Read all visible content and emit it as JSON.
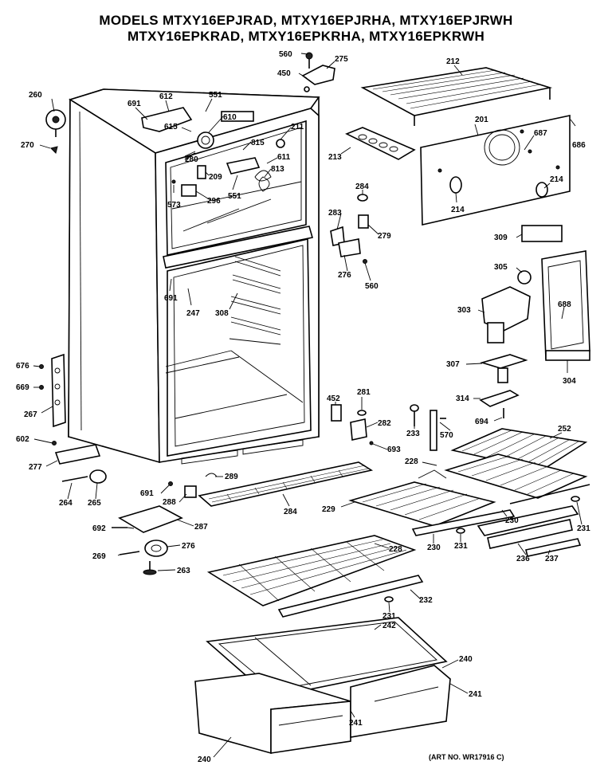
{
  "title": {
    "line1": "MODELS MTXY16EPJRAD, MTXY16EPJRHA, MTXY16EPJRWH",
    "line2": "MTXY16EPKRAD, MTXY16EPKRHA, MTXY16EPKRWH"
  },
  "art_number": "(ART NO. WR17916 C)",
  "part_labels": {
    "p560a": "560",
    "p275": "275",
    "p450": "450",
    "p212": "212",
    "p260": "260",
    "p691a": "691",
    "p612": "612",
    "p551a": "551",
    "p610": "610",
    "p615": "615",
    "p211": "211",
    "p201": "201",
    "p687": "687",
    "p686": "686",
    "p270": "270",
    "p280": "280",
    "p815": "815",
    "p611": "611",
    "p213": "213",
    "p813": "813",
    "p209": "209",
    "p573": "573",
    "p296": "296",
    "p551b": "551",
    "p214a": "214",
    "p214b": "214",
    "p284": "284",
    "p283": "283",
    "p279": "279",
    "p309": "309",
    "p276a": "276",
    "p560b": "560",
    "p305": "305",
    "p691b": "691",
    "p247": "247",
    "p308": "308",
    "p303": "303",
    "p688": "688",
    "p676": "676",
    "p669": "669",
    "p307": "307",
    "p304": "304",
    "p267": "267",
    "p452": "452",
    "p281": "281",
    "p314": "314",
    "p694": "694",
    "p282": "282",
    "p233": "233",
    "p570": "570",
    "p252": "252",
    "p602": "602",
    "p693": "693",
    "p277": "277",
    "p228a": "228",
    "p289": "289",
    "p691c": "691",
    "p264": "264",
    "p265": "265",
    "p288": "288",
    "p284b": "284",
    "p229": "229",
    "p230a": "230",
    "p231a": "231",
    "p287": "287",
    "p692": "692",
    "p230b": "230",
    "p231b": "231",
    "p236": "236",
    "p237": "237",
    "p269": "269",
    "p276b": "276",
    "p228b": "228",
    "p263": "263",
    "p232": "232",
    "p231c": "231",
    "p242": "242",
    "p240a": "240",
    "p241a": "241",
    "p241b": "241",
    "p240b": "240"
  }
}
